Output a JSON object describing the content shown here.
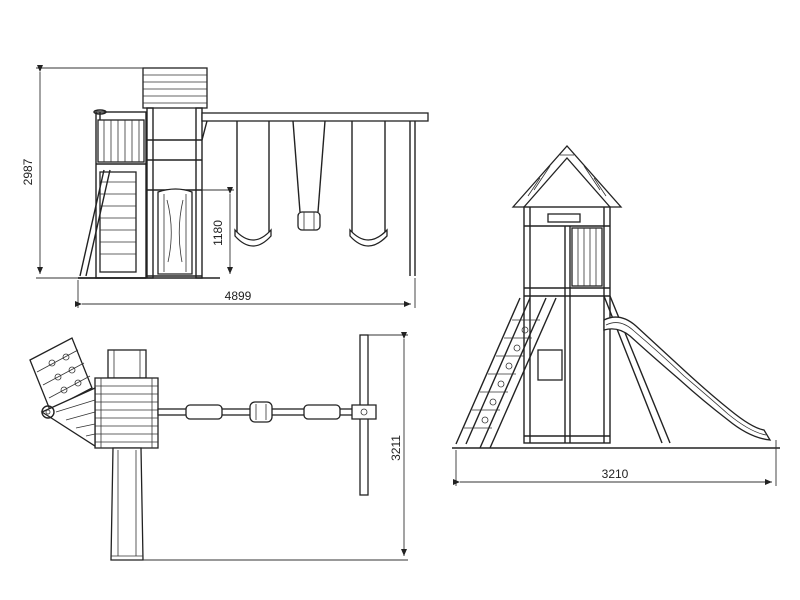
{
  "dimensions": {
    "front_height": "2987",
    "front_width": "4899",
    "deck_height": "1180",
    "side_width": "3210",
    "plan_depth": "3211"
  }
}
